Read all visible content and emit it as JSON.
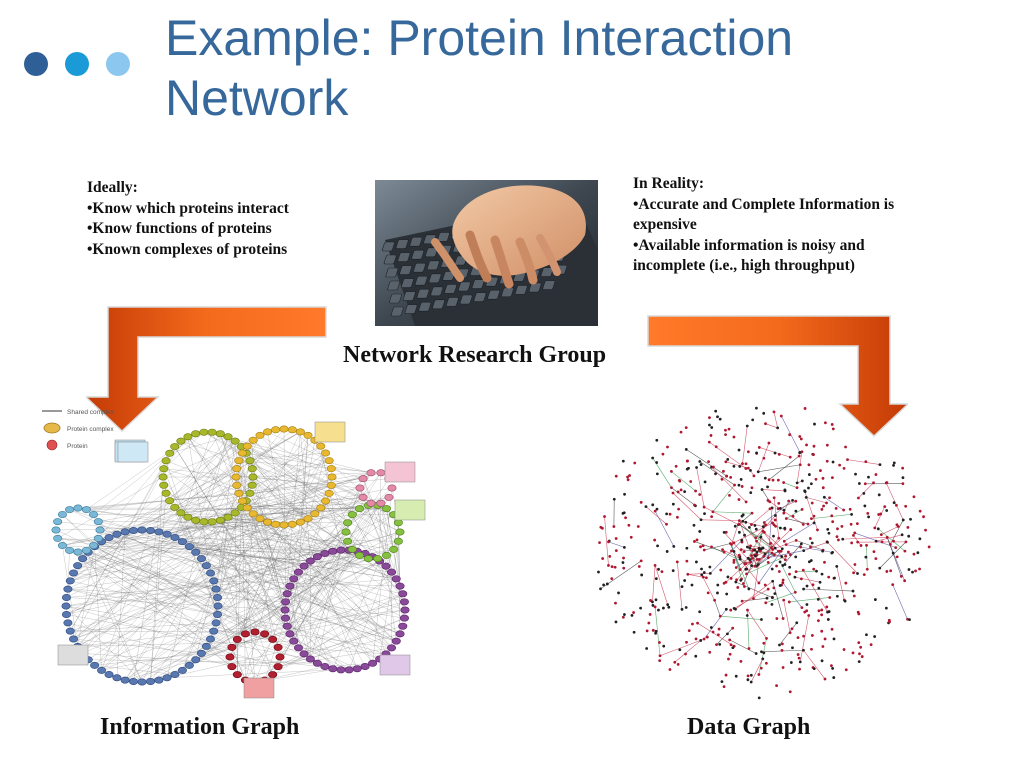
{
  "title": "Example: Protein Interaction Network",
  "colors": {
    "title": "#36689b",
    "dot1": "#2e5f96",
    "dot2": "#1a9ad6",
    "dot3": "#8cc7f0",
    "arrow": "#e8520a"
  },
  "left_block": {
    "heading": "Ideally:",
    "bullets": [
      "•Know which proteins interact",
      "•Know functions of proteins",
      "•Known complexes of proteins"
    ]
  },
  "right_block": {
    "heading": "In Reality:",
    "bullets": [
      "•Accurate and Complete Information is expensive",
      "•Available information is noisy and incomplete (i.e., high throughput)"
    ]
  },
  "center_caption": "Network Research Group",
  "info_graph": {
    "caption": "Information Graph",
    "legend": [
      "Shared complex",
      "Protein complex",
      "Protein"
    ]
  },
  "data_graph": {
    "caption": "Data Graph"
  }
}
